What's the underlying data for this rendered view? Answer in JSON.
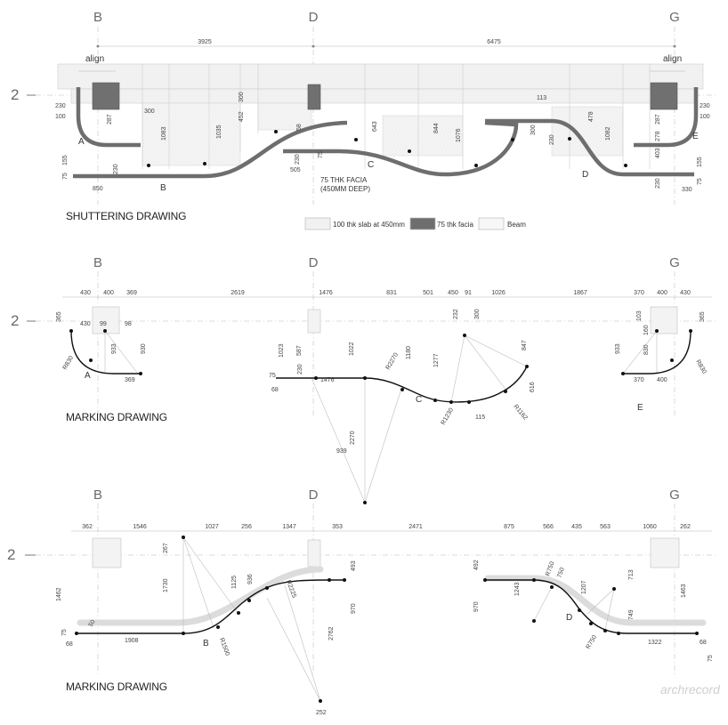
{
  "grid": {
    "col_b": "B",
    "col_d": "D",
    "col_g": "G",
    "row": "2"
  },
  "section1": {
    "title": "SHUTTERING DRAWING",
    "overall_dims": [
      "3925",
      "6475"
    ],
    "align_label": "align",
    "facia_callout": [
      "75 THK FACIA",
      "(450MM DEEP)"
    ],
    "point_labels": [
      "A",
      "B",
      "C",
      "D",
      "E"
    ],
    "dims": [
      "230",
      "100",
      "287",
      "300",
      "1083",
      "1035",
      "452",
      "300",
      "58",
      "643",
      "844",
      "1076",
      "113",
      "478",
      "1082",
      "287",
      "230",
      "100",
      "155",
      "75",
      "230",
      "850",
      "505",
      "230",
      "75",
      "300",
      "230",
      "278",
      "403",
      "155",
      "75",
      "230",
      "330"
    ],
    "legend": [
      {
        "label": "100 thk slab at 450mm",
        "color": "#f1f1f1"
      },
      {
        "label": "75 thk facia",
        "color": "#6e6e6e"
      },
      {
        "label": "Beam",
        "color": "#f7f7f7"
      }
    ]
  },
  "section2": {
    "title": "MARKING DRAWING",
    "top_dims": [
      "430",
      "400",
      "369",
      "2619",
      "1476",
      "831",
      "501",
      "450",
      "91",
      "1026",
      "1867",
      "370",
      "400",
      "430"
    ],
    "point_labels": [
      "A",
      "C",
      "E"
    ],
    "dims": [
      "365",
      "430",
      "99",
      "98",
      "933",
      "930",
      "R830",
      "369",
      "1023",
      "587",
      "1022",
      "230",
      "75",
      "68",
      "1476",
      "R2270",
      "1180",
      "1277",
      "232",
      "300",
      "847",
      "616",
      "R1162",
      "115",
      "R1230",
      "2270",
      "939",
      "103",
      "160",
      "830",
      "365",
      "933",
      "R830",
      "370",
      "400"
    ]
  },
  "section3": {
    "title": "MARKING DRAWING",
    "top_dims": [
      "362",
      "1546",
      "1027",
      "256",
      "1347",
      "353",
      "2471",
      "875",
      "566",
      "435",
      "563",
      "1060",
      "262"
    ],
    "point_labels": [
      "B",
      "D"
    ],
    "dims": [
      "267",
      "1462",
      "1730",
      "1125",
      "936",
      "R2225",
      "493",
      "970",
      "2762",
      "252",
      "75",
      "68",
      "1908",
      "R1500",
      "50",
      "492",
      "970",
      "1243",
      "R750",
      "750",
      "1207",
      "713",
      "749",
      "R750",
      "1463",
      "1322",
      "75",
      "68"
    ]
  },
  "watermark": {
    "text": "archrecord"
  }
}
